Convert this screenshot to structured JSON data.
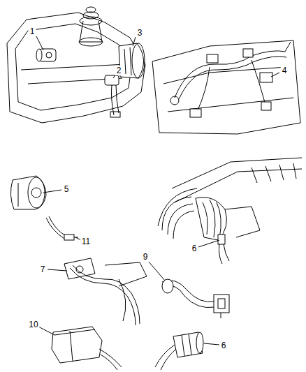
{
  "diagram": {
    "labels": [
      "1",
      "3",
      "2",
      "4",
      "5",
      "6",
      "11",
      "7",
      "9",
      "10",
      "6"
    ]
  }
}
